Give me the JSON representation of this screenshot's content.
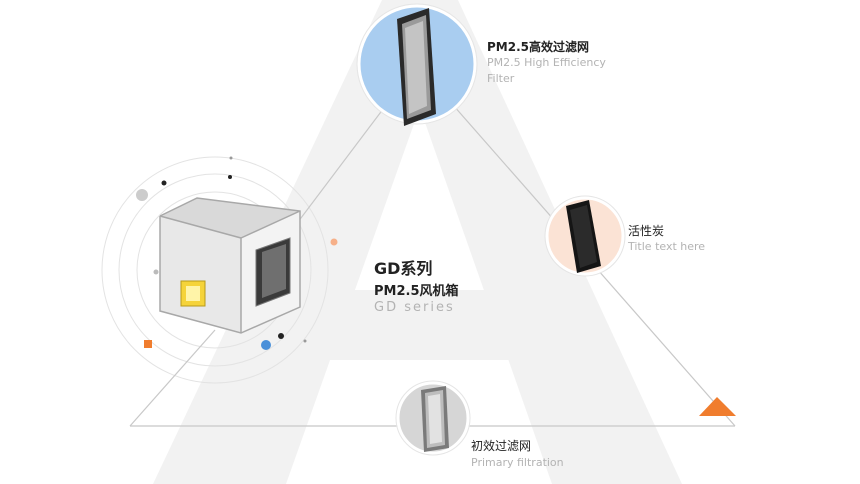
{
  "nodes": {
    "top": {
      "title": "PM2.5高效过滤网",
      "subtitle_line1": "PM2.5 High Efficiency",
      "subtitle_line2": "Filter"
    },
    "right": {
      "title": "活性炭",
      "subtitle": "Title text here"
    },
    "bottom": {
      "title": "初效过滤网",
      "subtitle": "Primary filtration"
    }
  },
  "product": {
    "series_title": "GD系列",
    "name": "PM2.5风机箱",
    "english_name": "GD series"
  },
  "colors": {
    "accent_orange": "#f07d2e",
    "accent_blue": "#4a90d9",
    "top_circle": "#a9cdf0",
    "right_circle": "#fbe3d5",
    "bottom_circle": "#d6d6d6",
    "triangle_line": "#c8c8c8",
    "watermark": "#f2f2f2"
  }
}
